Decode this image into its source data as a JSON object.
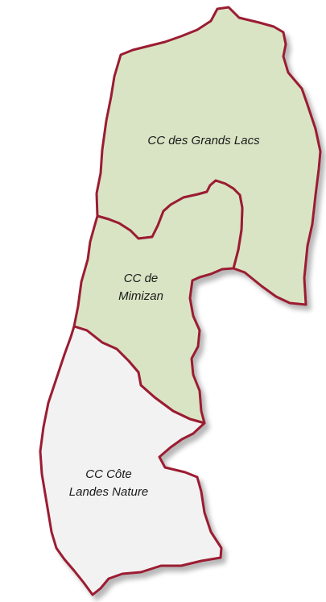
{
  "map": {
    "regions": [
      {
        "id": "grands-lacs",
        "label": "CC des Grands Lacs",
        "fill": "#d9e4c4"
      },
      {
        "id": "mimizan",
        "label": "CC de\nMimizan",
        "fill": "#d9e4c4"
      },
      {
        "id": "cote-landes-nature",
        "label": "CC Côte\nLandes Nature",
        "fill": "#f2f2f2"
      }
    ],
    "border_color": "#9b1c31",
    "shadow_color": "#b5b5b5"
  }
}
